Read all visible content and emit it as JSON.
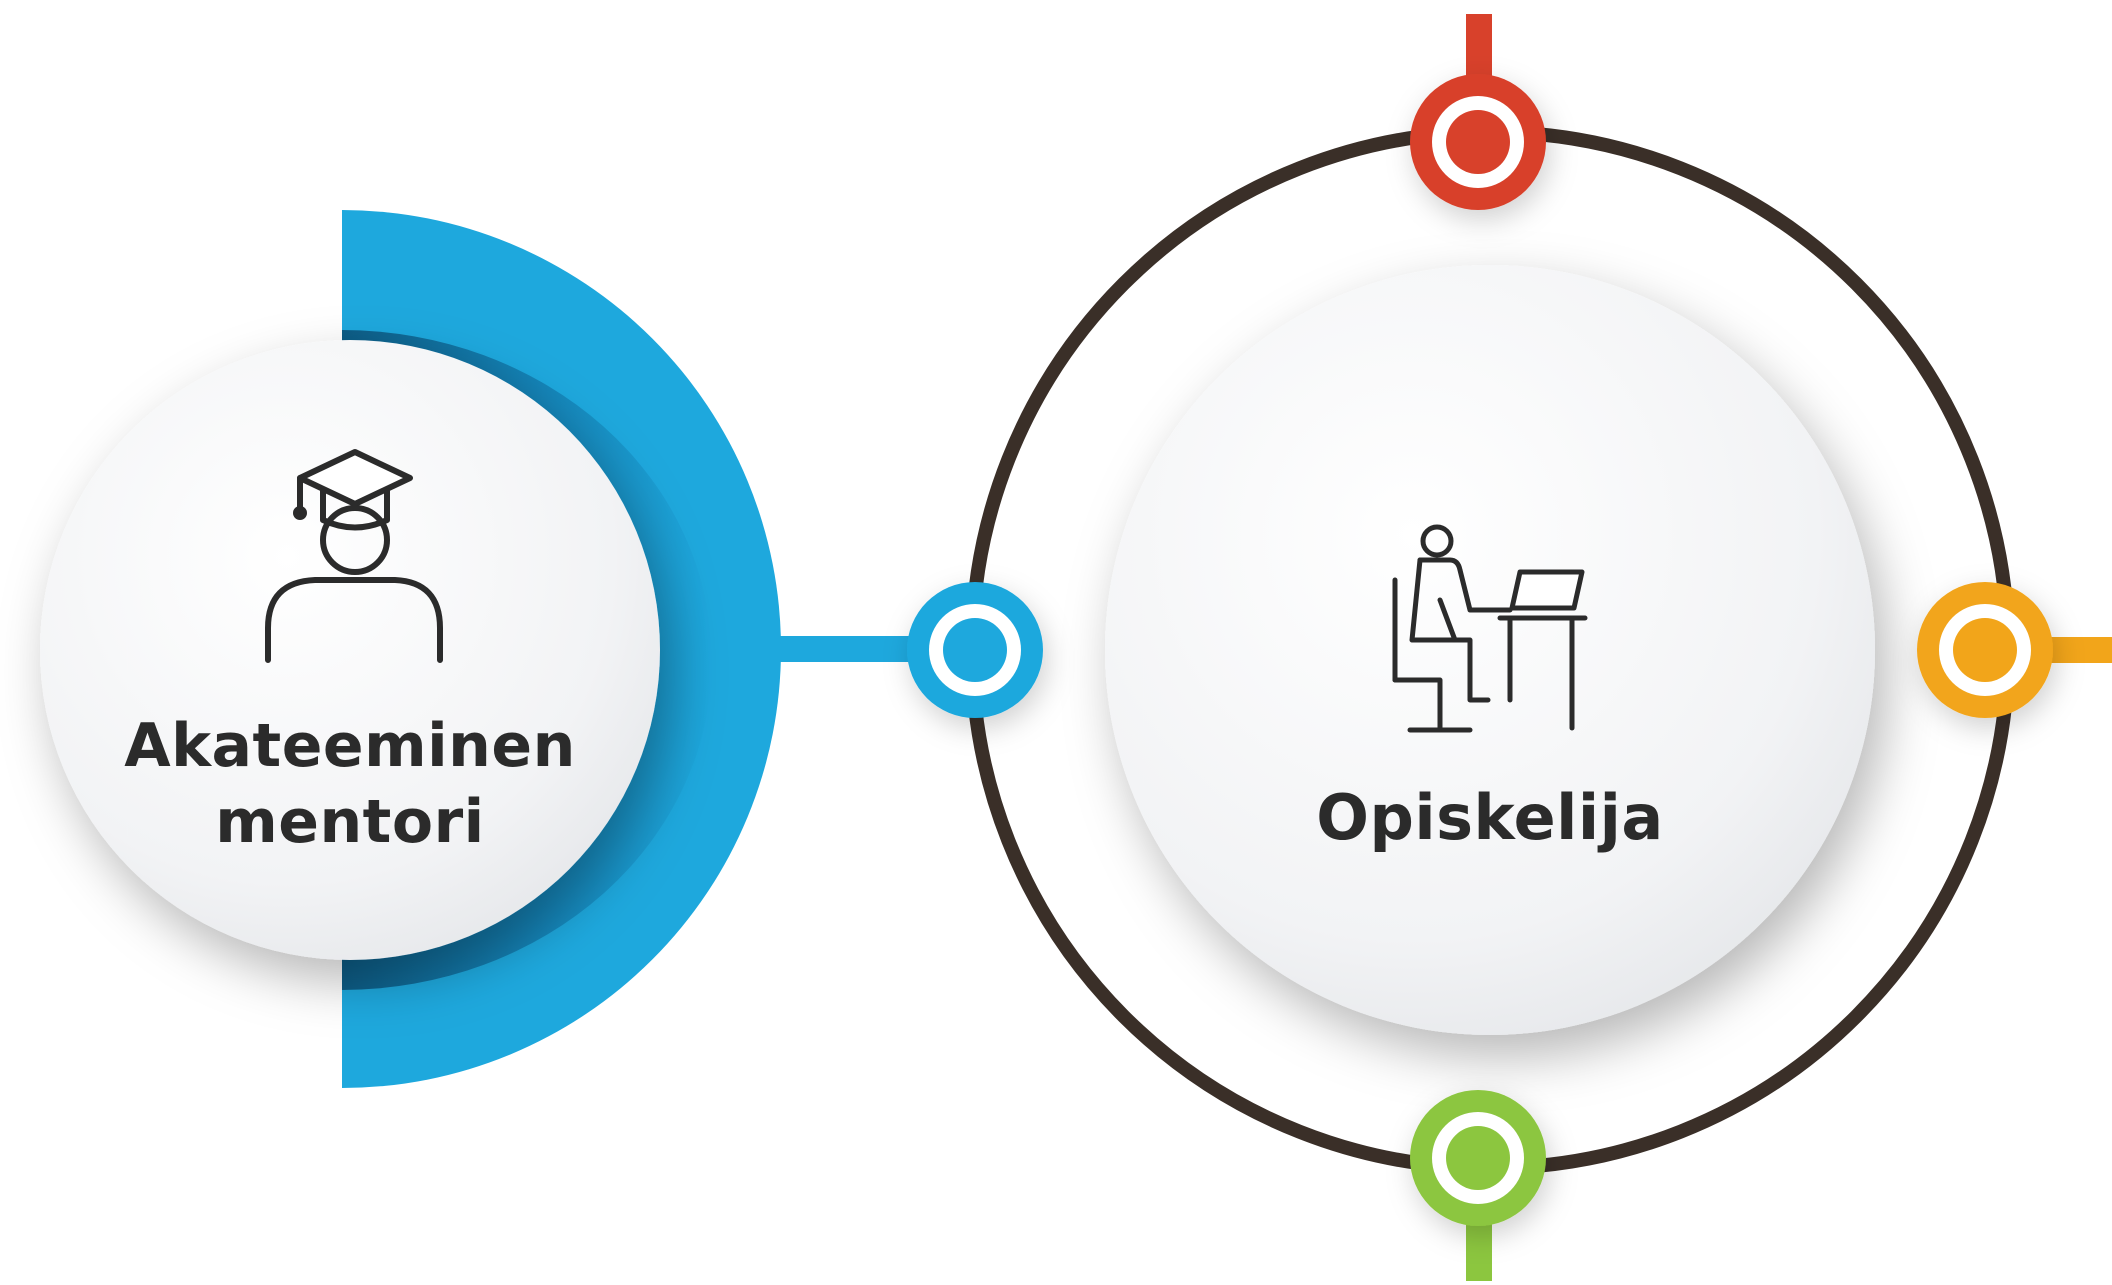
{
  "diagram": {
    "mentor": {
      "label_line1": "Akateeminen",
      "label_line2": "mentori",
      "icon": "graduate-icon",
      "accent_color": "#1ea8dd"
    },
    "student": {
      "label": "Opiskelija",
      "icon": "student-at-desk-icon"
    },
    "ring_color": "#3a2f28",
    "nodes": [
      {
        "position": "top",
        "color": "#d8412b"
      },
      {
        "position": "left",
        "color": "#1ea8dd"
      },
      {
        "position": "right",
        "color": "#f2a51a"
      },
      {
        "position": "bottom",
        "color": "#8cc63f"
      }
    ]
  }
}
